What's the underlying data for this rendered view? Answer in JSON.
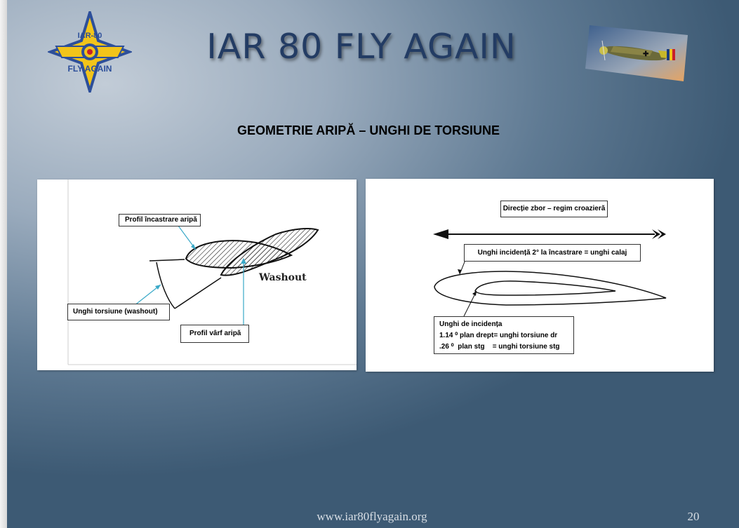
{
  "header": {
    "title": "IAR 80 FLY AGAIN",
    "logo_text_top": "IAR-80",
    "logo_text_bottom": "FLY AGAIN"
  },
  "subtitle": "GEOMETRIE ARIPĂ – UNGHI DE TORSIUNE",
  "left_diagram": {
    "labels": {
      "root_profile": "Profil încastrare aripă",
      "twist_angle": "Unghi torsiune (washout)",
      "tip_profile": "Profil vârf aripă",
      "washout": "Washout"
    }
  },
  "right_diagram": {
    "labels": {
      "flight_direction": "Direcție zbor – regim croazieră",
      "incidence_root": "Unghi incidență 2° la încastrare = unghi calaj",
      "incidence_title": "Unghi de incidența",
      "incidence_right": "1.14 ⁰ plan drept= unghi torsiune dr",
      "incidence_left": ".26 ⁰  plan stg    = unghi torsiune stg"
    }
  },
  "footer": {
    "url": "www.iar80flyagain.org",
    "page": "20"
  },
  "colors": {
    "title": "#233c64",
    "arrow_cyan": "#3aa9c8",
    "logo_yellow": "#f2c41a",
    "logo_blue": "#2d4f9a"
  }
}
